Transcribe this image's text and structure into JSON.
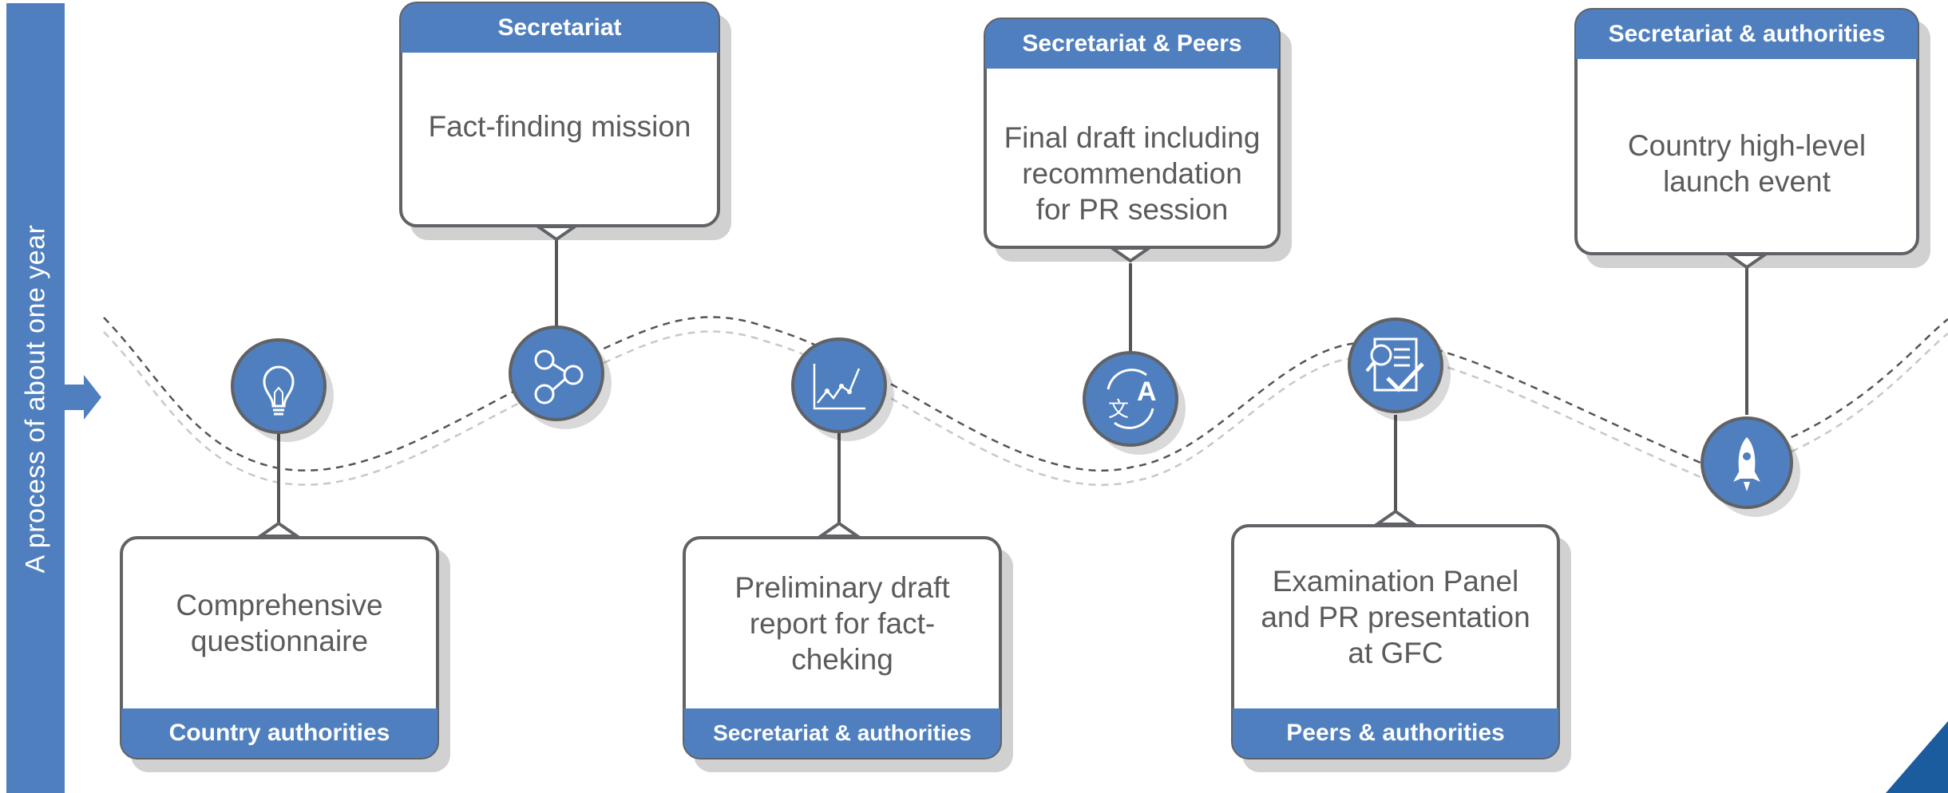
{
  "side_label": "A process of about one year",
  "steps": [
    {
      "role": "Country authorities",
      "text": "Comprehensive questionnaire",
      "icon": "lightbulb-icon"
    },
    {
      "role": "Secretariat",
      "text": "Fact-finding mission",
      "icon": "share-icon"
    },
    {
      "role": "Secretariat & authorities",
      "text": "Preliminary draft report for fact-cheking",
      "icon": "chart-icon"
    },
    {
      "role": "Secretariat & Peers",
      "text": "Final draft including recommendation for PR session",
      "icon": "translate-icon"
    },
    {
      "role": "Peers & authorities",
      "text": "Examination Panel and PR presentation at GFC",
      "icon": "document-check-icon"
    },
    {
      "role": "Secretariat & authorities",
      "text": "Country high-level launch event",
      "icon": "rocket-icon"
    }
  ],
  "colors": {
    "accent": "#4f7fbe",
    "outline": "#606266",
    "text": "#5b5b5b",
    "corner": "#1b5c9f"
  }
}
